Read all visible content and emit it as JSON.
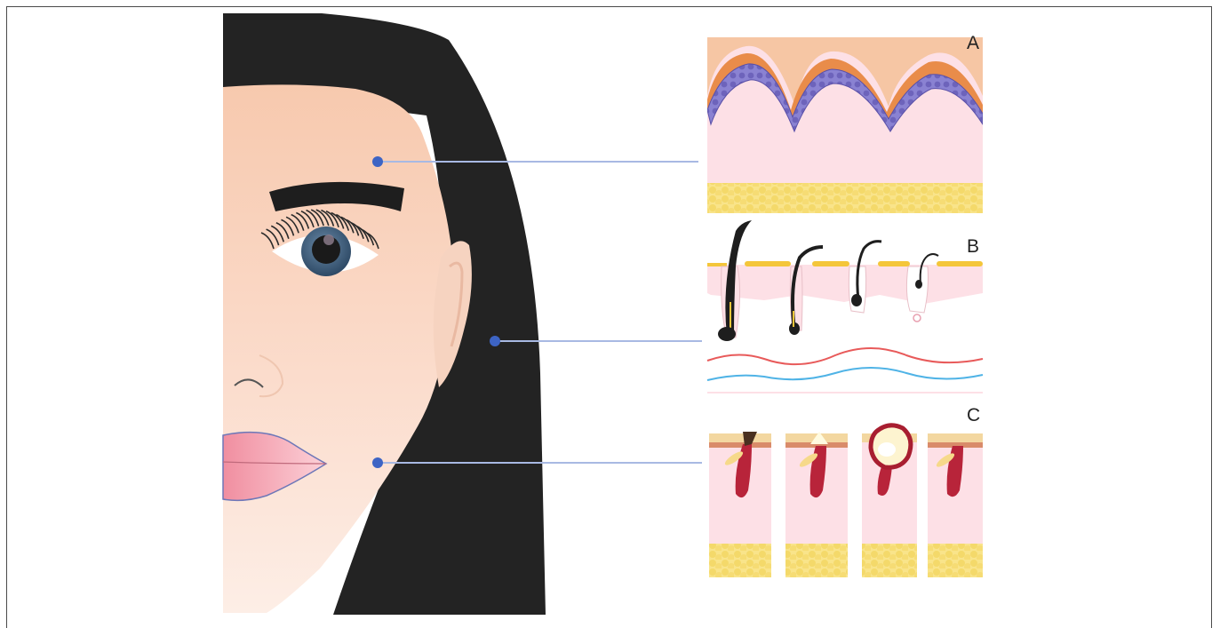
{
  "figure": {
    "panels": [
      {
        "id": "A",
        "label": "A"
      },
      {
        "id": "B",
        "label": "B"
      },
      {
        "id": "C",
        "label": "C"
      }
    ]
  },
  "colors": {
    "hair": "#232323",
    "skin": "#f7cdb6",
    "dermis": "#fde0e6",
    "fat": "#f7e27a",
    "basal_layer": "#7d74c8",
    "stratum": "#e98c4a",
    "marker": "#3d64c4",
    "connector": "#a8b9e3",
    "lips": "#f6b7c0",
    "artery": "#e85a5a",
    "vein": "#4fb3e6",
    "follicle": "#b8243a"
  }
}
